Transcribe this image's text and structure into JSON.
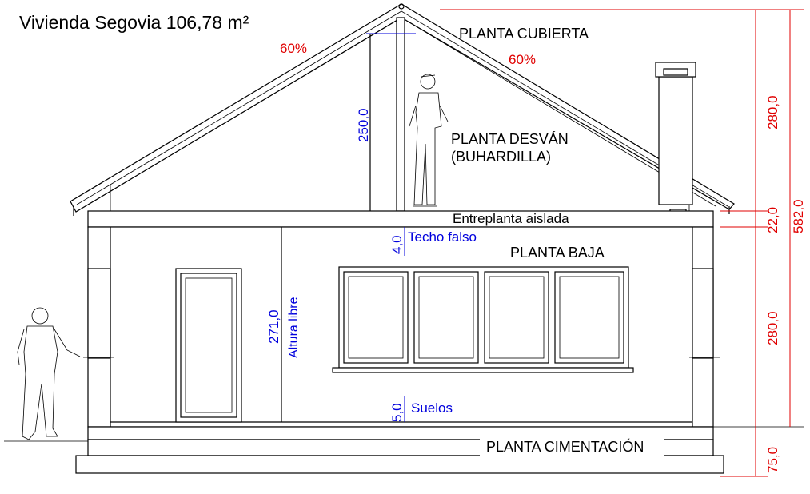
{
  "title": "Vivienda Segovia 106,78 m²",
  "labels": {
    "planta_cubierta": "PLANTA CUBIERTA",
    "planta_desvan_1": "PLANTA DESVÁN",
    "planta_desvan_2": "(BUHARDILLA)",
    "entreplanta": "Entreplanta aislada",
    "techo_falso": "Techo falso",
    "planta_baja": "PLANTA BAJA",
    "altura_libre": "Altura libre",
    "suelos": "Suelos",
    "planta_cimentacion": "PLANTA CIMENTACIÓN"
  },
  "slopes": {
    "left": "60%",
    "right": "60%"
  },
  "dimensions_blue": {
    "attic_height": "250,0",
    "false_ceiling": "4,0",
    "free_height": "271,0",
    "floors": "5,0"
  },
  "dimensions_red": {
    "roof": "280,0",
    "slab": "22,0",
    "ground": "280,0",
    "foundation": "75,0",
    "total": "582,0"
  },
  "colors": {
    "dimension_red": "#e00000",
    "dimension_blue": "#0000dd",
    "line": "#000000"
  }
}
